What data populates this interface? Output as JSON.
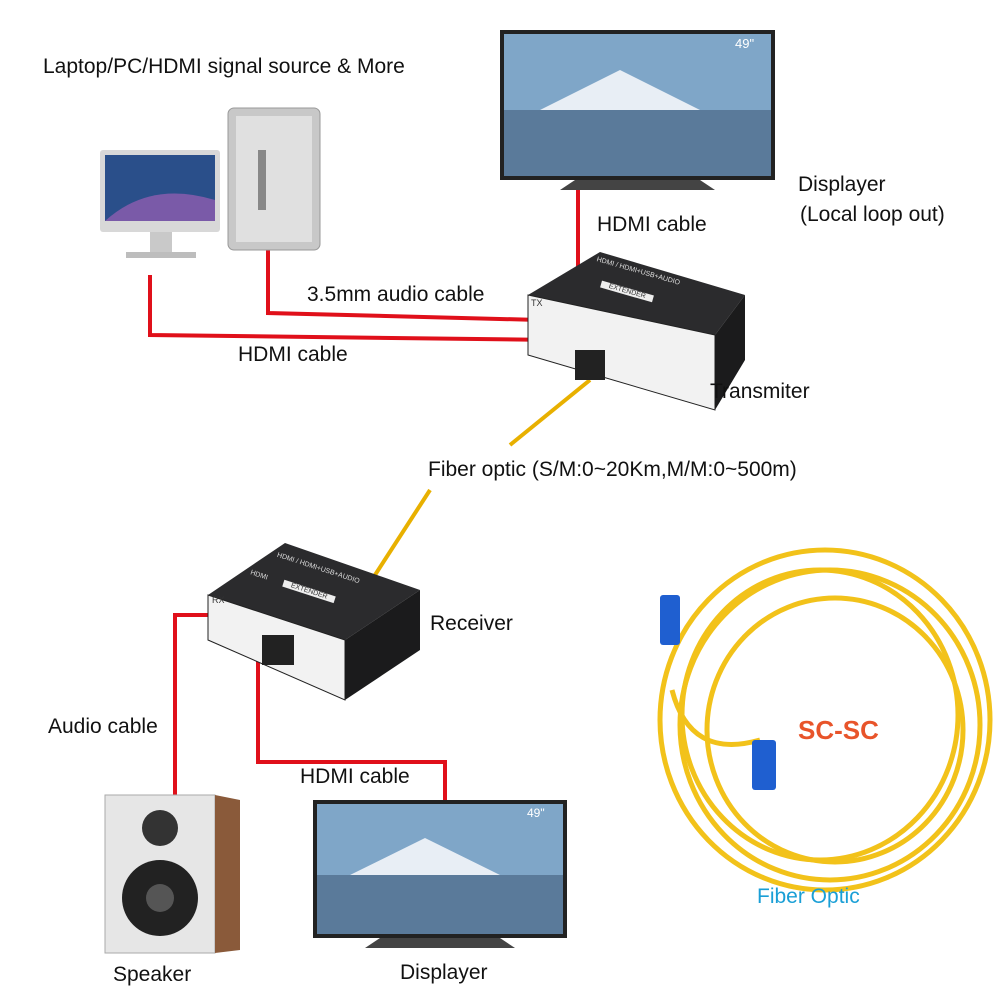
{
  "labels": {
    "source": "Laptop/PC/HDMI signal source & More",
    "displayer_top": "Displayer",
    "local_loop": "(Local loop out)",
    "hdmi_cable_top": "HDMI cable",
    "audio_cable_35": "3.5mm audio cable",
    "hdmi_cable_left": "HDMI cable",
    "transmitter": "Transmiter",
    "fiber_optic": "Fiber optic  (S/M:0~20Km,M/M:0~500m)",
    "receiver": "Receiver",
    "audio_cable": "Audio cable",
    "hdmi_cable_bottom": "HDMI cable",
    "speaker": "Speaker",
    "displayer_bottom": "Displayer",
    "sc_sc": "SC-SC",
    "fiber_optic_caption": "Fiber Optic"
  },
  "devices": {
    "tv_size": "49\"",
    "box_brand": "HDMI",
    "box_model": "HDMI / HDMI+USB+AUDIO",
    "box_type": "EXTENDER",
    "tx_tag": "TX",
    "rx_tag": "RX"
  },
  "colors": {
    "cable": "#e0101a",
    "fiber": "#e8b000",
    "sc_label": "#e8542a",
    "caption": "#1a9fd6",
    "connector": "#1f5fd0"
  }
}
